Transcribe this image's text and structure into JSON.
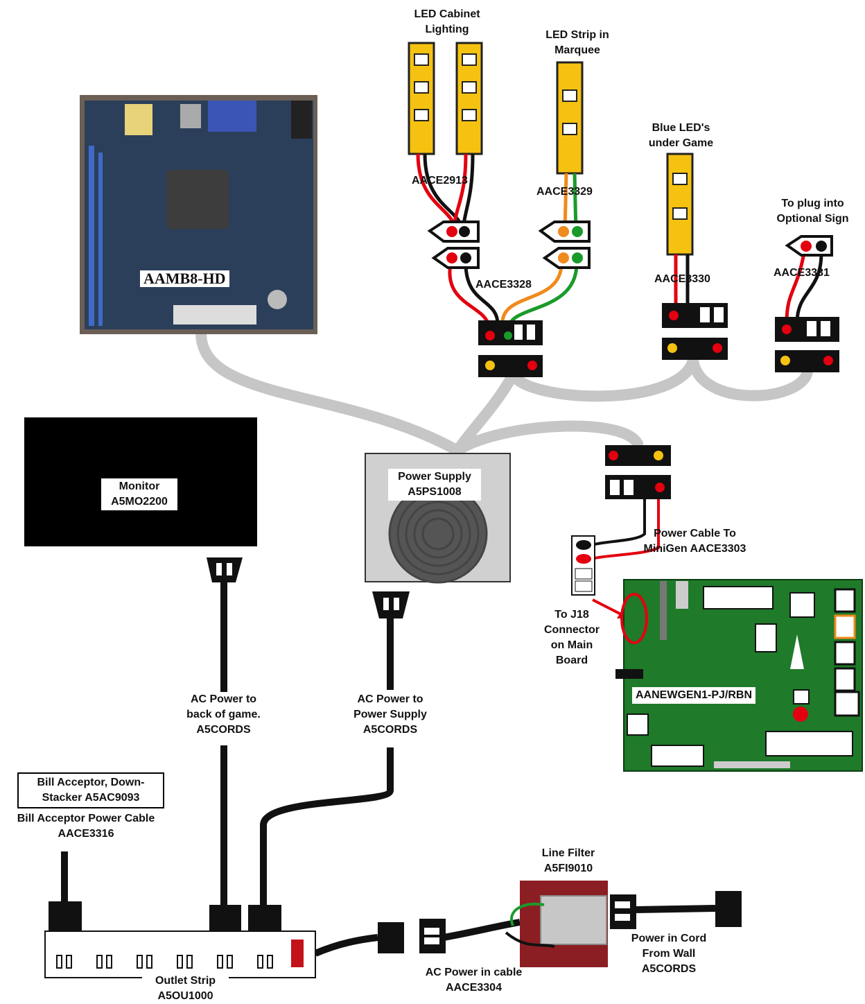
{
  "labels": {
    "led_cabinet": [
      "LED Cabinet",
      "Lighting"
    ],
    "led_strip_marquee": [
      "LED Strip in",
      "Marquee"
    ],
    "blue_leds": [
      "Blue LED's",
      "under Game"
    ],
    "optional_sign": [
      "To plug into",
      "Optional Sign"
    ],
    "aace2913": "AACE2913",
    "aace3329": "AACE3329",
    "aace3328": "AACE3328",
    "aace3330": "AACE3330",
    "aace3331": "AACE3331",
    "motherboard": "AAMB8-HD",
    "monitor": [
      "Monitor",
      "A5MO2200"
    ],
    "power_supply": [
      "Power Supply",
      "A5PS1008"
    ],
    "power_cable_minigen": [
      "Power Cable To",
      "MiniGen AACE3303"
    ],
    "to_j18": [
      "To J18",
      "Connector",
      "on Main",
      "Board"
    ],
    "main_board": "AANEWGEN1-PJ/RBN",
    "ac_power_game": [
      "AC Power to",
      "back of game.",
      "A5CORDS"
    ],
    "ac_power_supply": [
      "AC Power to",
      "Power Supply",
      "A5CORDS"
    ],
    "bill_acceptor": [
      "Bill Acceptor, Down-",
      "Stacker A5AC9093"
    ],
    "bill_acceptor_cable": [
      "Bill Acceptor Power Cable",
      "AACE3316"
    ],
    "line_filter": [
      "Line Filter",
      "A5FI9010"
    ],
    "power_in_cord": [
      "Power in Cord",
      "From Wall",
      "A5CORDS"
    ],
    "ac_power_in_cable": [
      "AC Power in cable",
      "AACE3304"
    ],
    "outlet_strip": [
      "Outlet Strip",
      "A5OU1000"
    ]
  },
  "colors": {
    "led_yellow": "#f5c211",
    "board_green": "#1f7a2a",
    "wire_red": "#e3000f",
    "wire_orange": "#f08a1c",
    "wire_green": "#1a9a2a",
    "harness_gray": "#c6c6c6",
    "supply_gray": "#d0d0d0"
  },
  "icons": [
    "led-strip-icon",
    "connector-icon",
    "ac-plug-icon",
    "outlet-strip-icon",
    "line-filter-icon",
    "motherboard-icon",
    "speaker-icon"
  ]
}
